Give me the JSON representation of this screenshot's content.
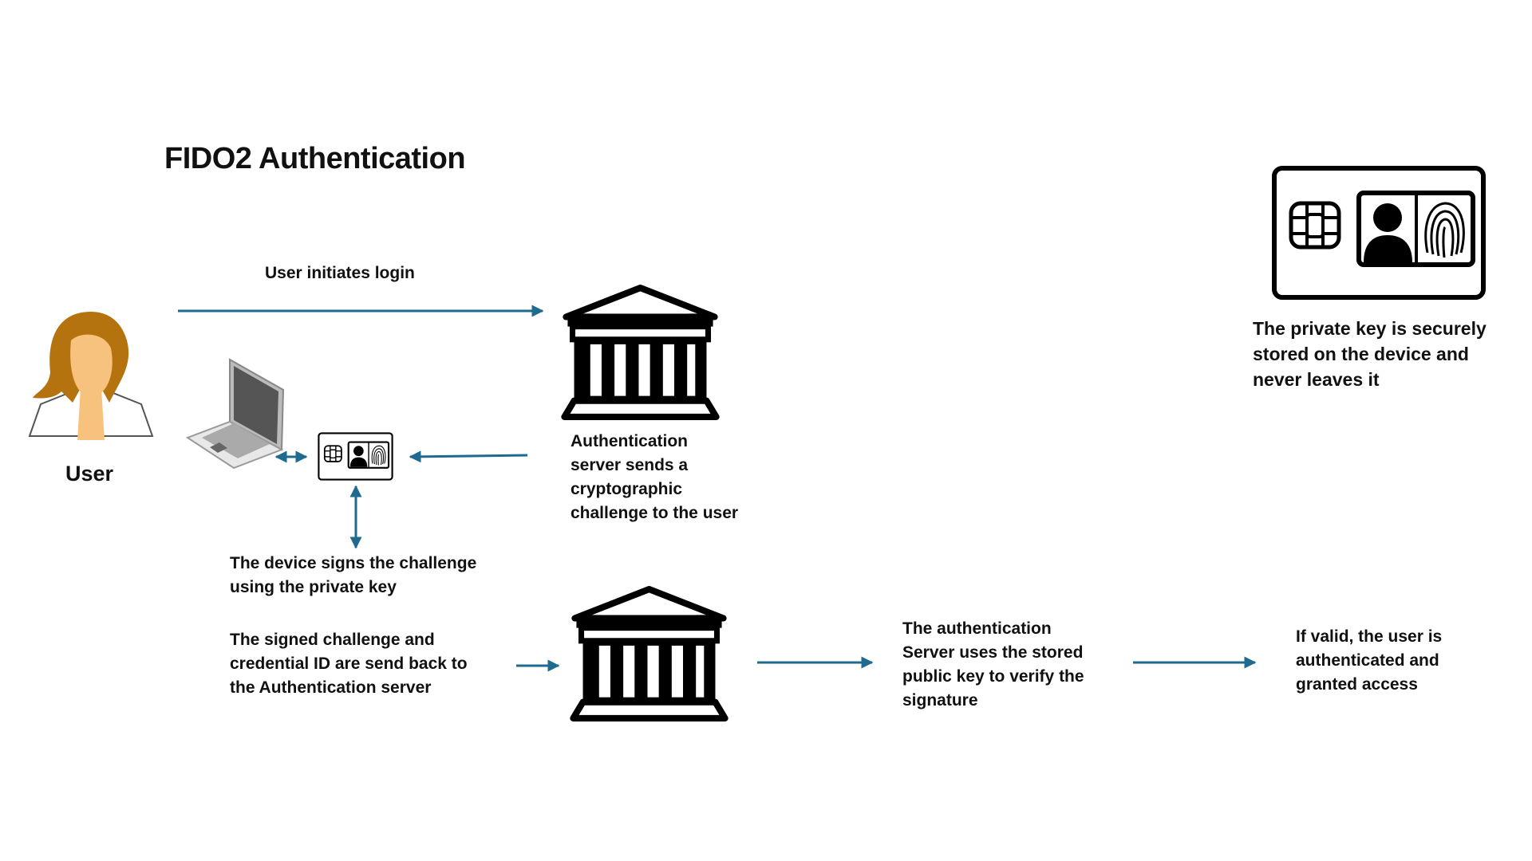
{
  "title": "FIDO2 Authentication",
  "user_label": "User",
  "steps": {
    "initiate": "User initiates login",
    "challenge": [
      "Authentication",
      "server sends a",
      "cryptographic",
      "challenge to the user"
    ],
    "sign": [
      "The device signs the challenge",
      "using the private key"
    ],
    "send_back": [
      "The signed challenge and",
      "credential ID are send back to",
      "the Authentication server"
    ],
    "verify": [
      "The authentication",
      "Server uses the stored",
      "public key to verify the",
      "signature"
    ],
    "granted": [
      "If valid, the user is",
      "authenticated and",
      "granted access"
    ],
    "private_key_note": [
      "The private key is securely",
      "stored on the device and",
      "never leaves it"
    ]
  },
  "colors": {
    "arrow": "#1f6a8f",
    "text": "#111111",
    "hair": "#b5730f",
    "skin": "#f7c27e"
  }
}
